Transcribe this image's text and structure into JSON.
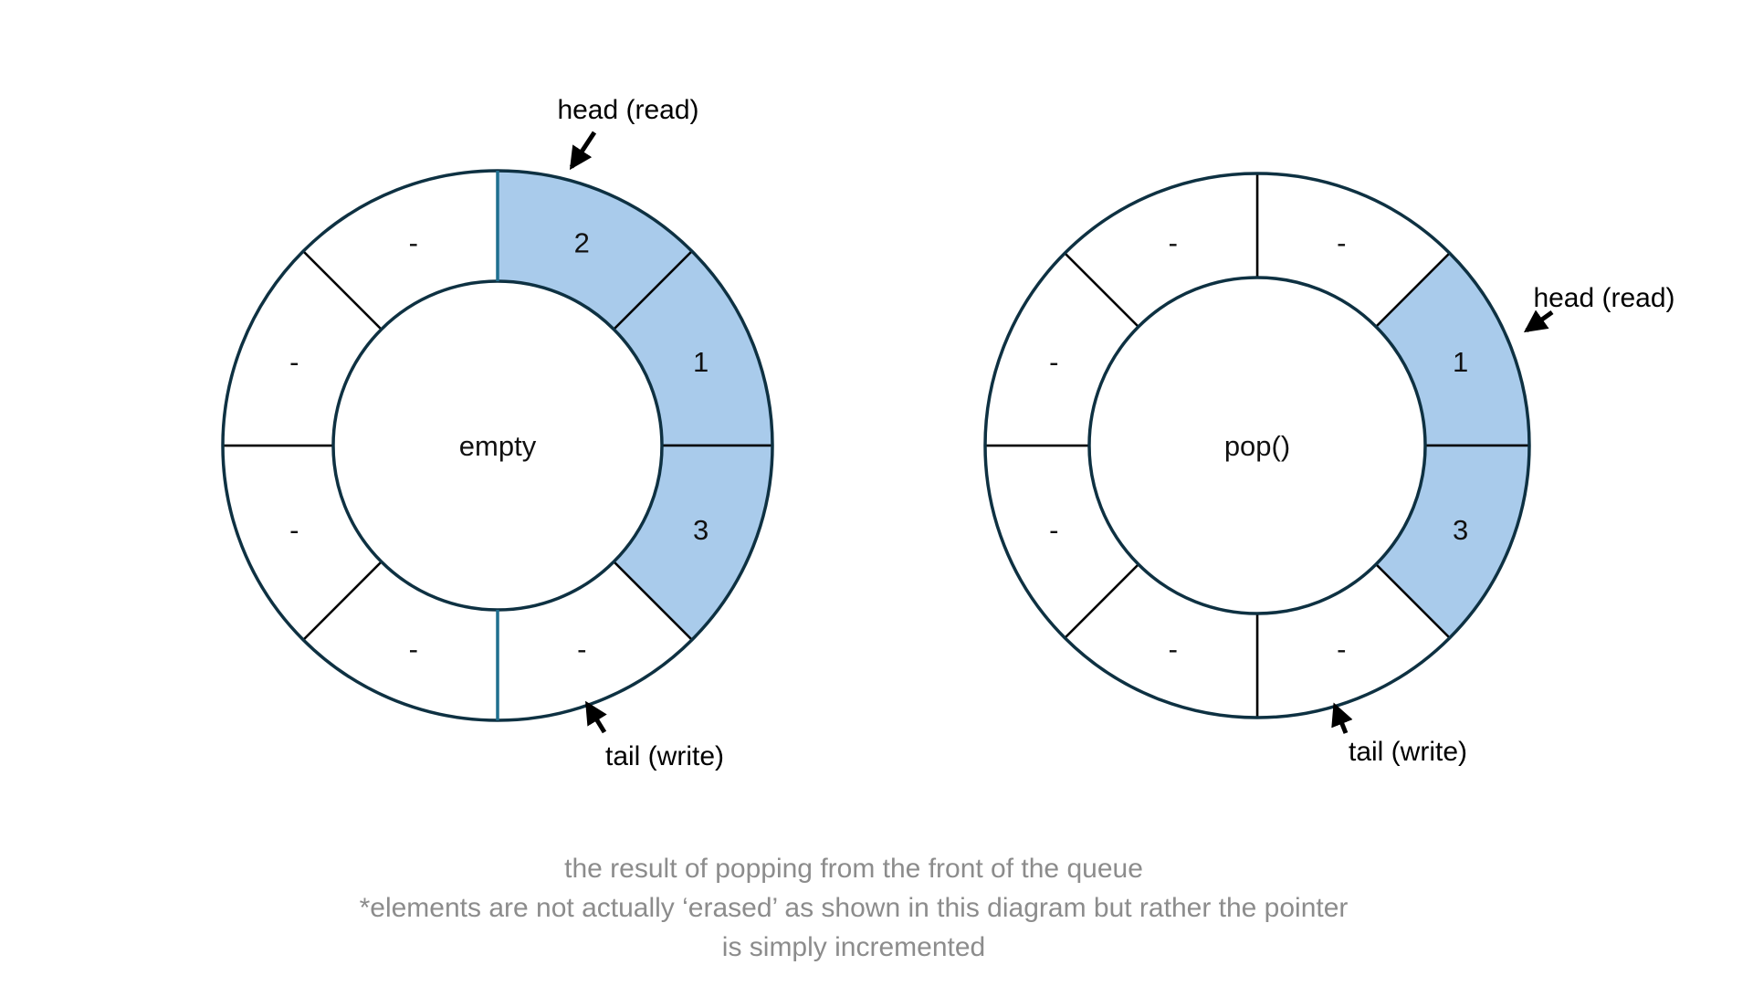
{
  "colors": {
    "segment_fill_highlight": "#a9cbeb",
    "segment_fill_empty": "#ffffff",
    "ring_outline": "#0e3142",
    "segment_divider": "#000000",
    "pointer_divider": "#1f6f8f",
    "label_text": "#111111",
    "caption_text": "#8c8c8c"
  },
  "left_ring": {
    "center_label": "empty",
    "head_label": "head (read)",
    "tail_label": "tail (write)",
    "segments": [
      {
        "value": "2",
        "highlighted": true
      },
      {
        "value": "1",
        "highlighted": true
      },
      {
        "value": "3",
        "highlighted": true
      },
      {
        "value": "-",
        "highlighted": false
      },
      {
        "value": "-",
        "highlighted": false
      },
      {
        "value": "-",
        "highlighted": false
      },
      {
        "value": "-",
        "highlighted": false
      },
      {
        "value": "-",
        "highlighted": false
      }
    ],
    "pointer_divider_angles_deg": [
      0,
      180
    ]
  },
  "right_ring": {
    "center_label": "pop()",
    "head_label": "head (read)",
    "tail_label": "tail (write)",
    "segments": [
      {
        "value": "-",
        "highlighted": false
      },
      {
        "value": "1",
        "highlighted": true
      },
      {
        "value": "3",
        "highlighted": true
      },
      {
        "value": "-",
        "highlighted": false
      },
      {
        "value": "-",
        "highlighted": false
      },
      {
        "value": "-",
        "highlighted": false
      },
      {
        "value": "-",
        "highlighted": false
      },
      {
        "value": "-",
        "highlighted": false
      }
    ],
    "pointer_divider_angles_deg": []
  },
  "caption": {
    "line1": "the result of popping from the front of the queue",
    "line2": "*elements are not actually ‘erased’ as shown in this diagram but rather the pointer",
    "line3": "is simply incremented"
  }
}
